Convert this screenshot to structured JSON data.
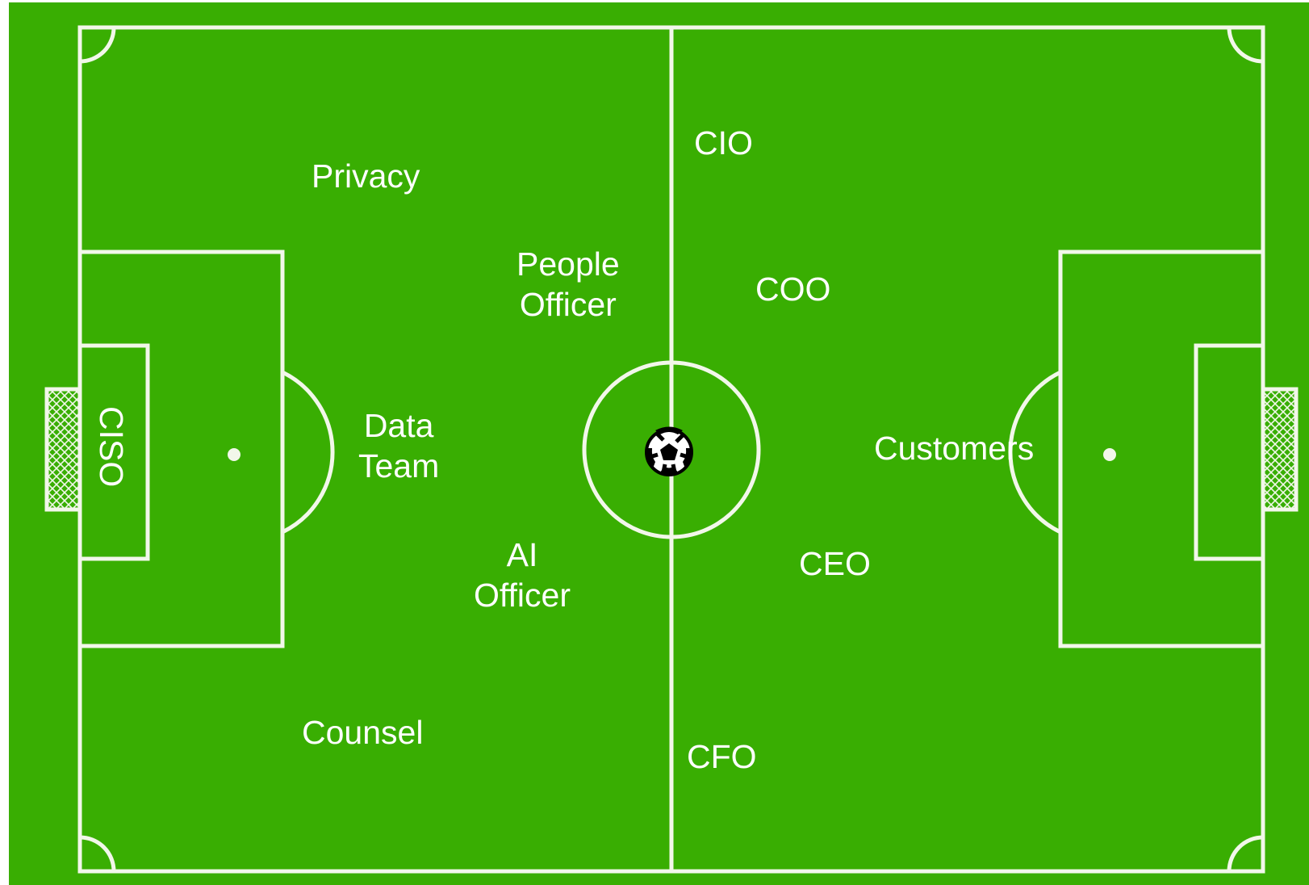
{
  "colors": {
    "grass": "#39ae02",
    "lines": "#f2f7ea",
    "ball": "#000000"
  },
  "icons": {
    "center": "soccer-ball-icon",
    "goals": "goal-net-icon"
  },
  "labels": {
    "cio": "CIO",
    "privacy": "Privacy",
    "people_officer": "People\nOfficer",
    "coo": "COO",
    "ciso": "CISO",
    "data_team": "Data\nTeam",
    "customers": "Customers",
    "ai_officer": "AI\nOfficer",
    "ceo": "CEO",
    "counsel": "Counsel",
    "cfo": "CFO"
  }
}
